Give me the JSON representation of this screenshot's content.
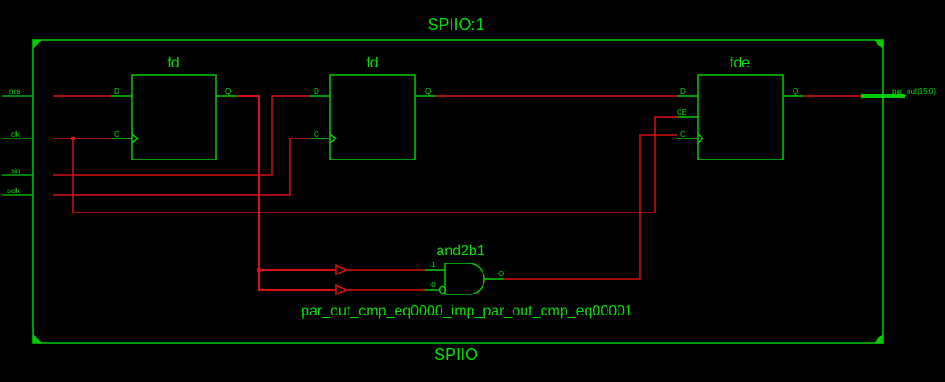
{
  "module": {
    "instance_name": "SPIIO:1",
    "type_name": "SPIIO"
  },
  "ports": {
    "ncs": "ncs",
    "clk": "clk",
    "sin": "sin",
    "sclk": "sclk",
    "par_out": "par_out(15:0)"
  },
  "cells": {
    "fd1": {
      "type": "fd",
      "pin_d": "D",
      "pin_c": "C",
      "pin_q": "Q"
    },
    "fd2": {
      "type": "fd",
      "pin_d": "D",
      "pin_c": "C",
      "pin_q": "Q"
    },
    "fde": {
      "type": "fde",
      "pin_d": "D",
      "pin_ce": "CE",
      "pin_c": "C",
      "pin_q": "Q"
    },
    "and": {
      "type": "and2b1",
      "pin_i1": "I1",
      "pin_i0": "I0",
      "pin_o": "O",
      "instance": "par_out_cmp_eq0000_imp_par_out_cmp_eq00001"
    }
  },
  "colors": {
    "background": "#000000",
    "component": "#00cc00",
    "net": "#d81010",
    "text": "#00e000"
  }
}
